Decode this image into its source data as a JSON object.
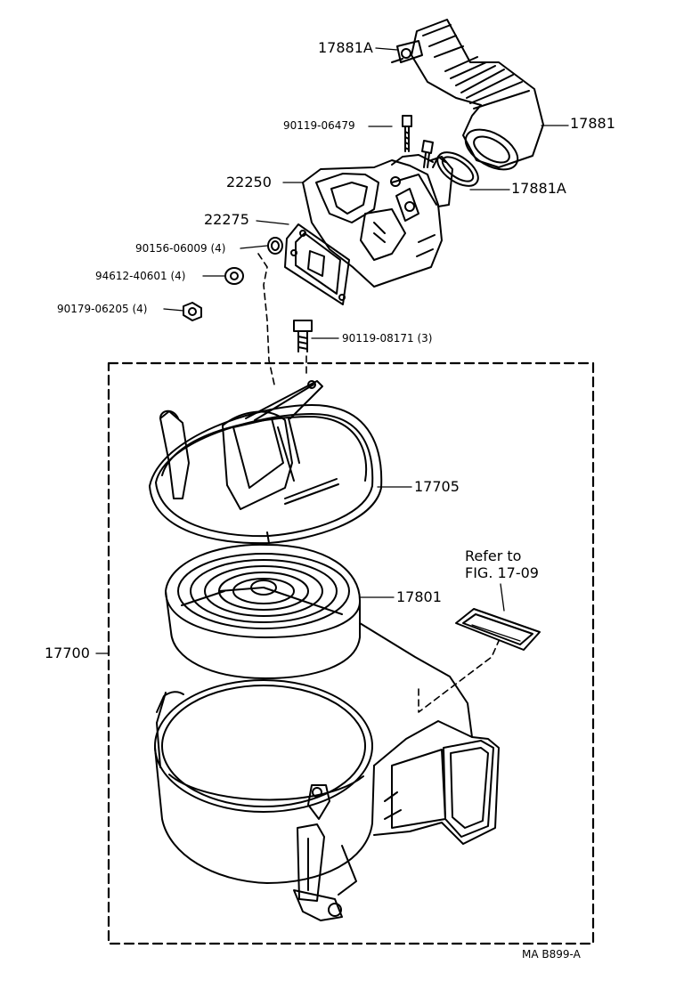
{
  "callouts": {
    "p17881A_top": "17881A",
    "p17881": "17881",
    "p90119_06479": "90119-06479",
    "p17881A_mid": "17881A",
    "p22250": "22250",
    "p22275": "22275",
    "p90156_06009": "90156-06009 (4)",
    "p94612_40601": "94612-40601 (4)",
    "p90179_06205": "90179-06205 (4)",
    "p90119_08171": "90119-08171 (3)",
    "p17705": "17705",
    "p17801": "17801",
    "p17700": "17700",
    "refer_line1": "Refer to",
    "refer_line2": "FIG. 17-09"
  },
  "figure_code": "MA  B899-A",
  "colors": {
    "ink": "#000000",
    "paper": "#ffffff"
  }
}
